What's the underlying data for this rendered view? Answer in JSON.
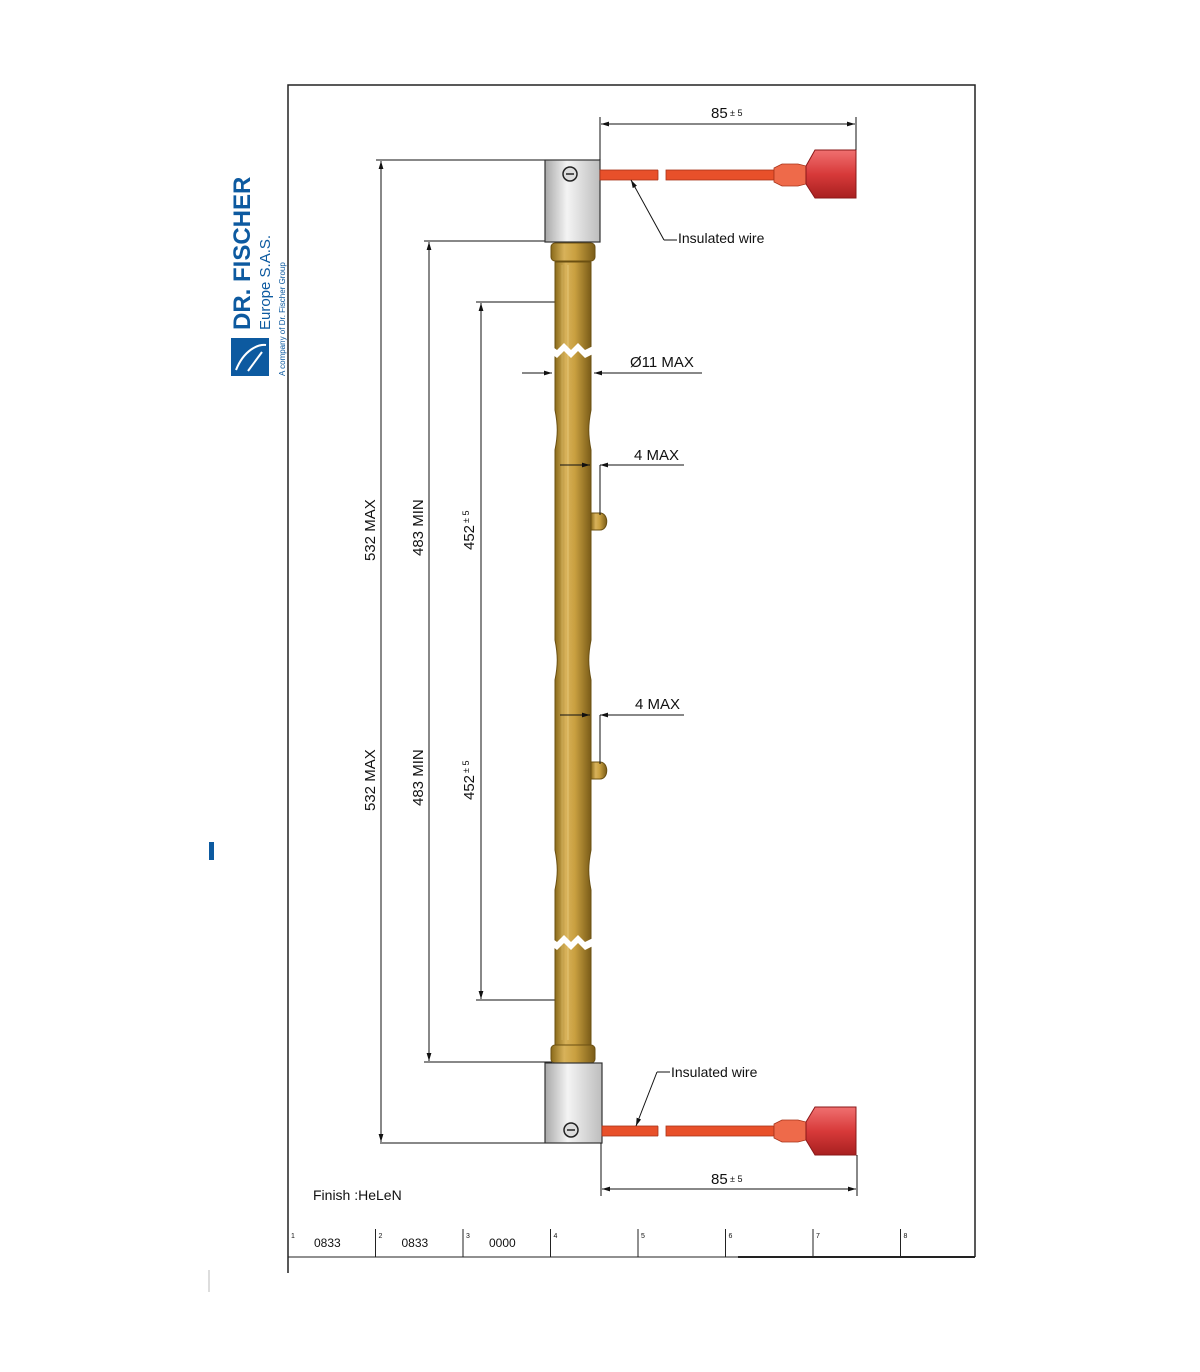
{
  "logo": {
    "name": "DR. FISCHER",
    "subtitle": "Europe S.A.S.",
    "tagline": "A company of Dr. Fischer Group",
    "color": "#0d5aa0"
  },
  "colors": {
    "tube": "#c8a040",
    "wire": "#e8502a",
    "connector": "#e04848",
    "frame": "#222222"
  },
  "dimensions": {
    "wire_length_top": {
      "value": "85",
      "tolerance": "± 5"
    },
    "wire_length_bottom": {
      "value": "85",
      "tolerance": "± 5"
    },
    "diameter": "Ø11 MAX",
    "nub_top": "4 MAX",
    "nub_bottom": "4 MAX",
    "overall_upper": "532 MAX",
    "overall_lower": "532 MAX",
    "min_upper": "483 MIN",
    "min_lower": "483 MIN",
    "heated_upper": {
      "value": "452",
      "tolerance": "± 5"
    },
    "heated_lower": {
      "value": "452",
      "tolerance": "± 5"
    }
  },
  "labels": {
    "wire_top": "Insulated wire",
    "wire_bottom": "Insulated wire",
    "finish": "Finish :HeLeN"
  },
  "title_block": {
    "cells": [
      {
        "index": "1",
        "value": "0833"
      },
      {
        "index": "2",
        "value": "0833"
      },
      {
        "index": "3",
        "value": "0000"
      },
      {
        "index": "4",
        "value": ""
      },
      {
        "index": "5",
        "value": ""
      },
      {
        "index": "6",
        "value": ""
      },
      {
        "index": "7",
        "value": ""
      },
      {
        "index": "8",
        "value": ""
      }
    ]
  }
}
